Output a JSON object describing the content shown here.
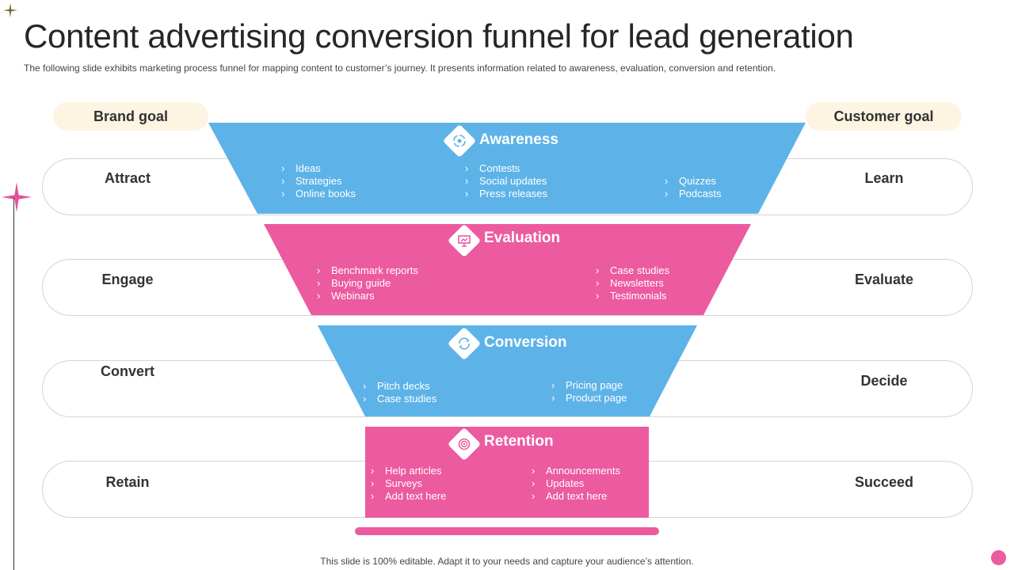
{
  "title": "Content advertising conversion funnel for lead generation",
  "subtitle": "The following slide exhibits marketing process funnel for mapping content to customer’s journey. It presents information related to awareness, evaluation, conversion and retention.",
  "footer": "This slide is 100% editable. Adapt it to your needs and capture your audience’s attention.",
  "goals": {
    "brand": "Brand goal",
    "customer": "Customer goal"
  },
  "colors": {
    "blue": "#5db3e8",
    "pink": "#ec5a9f",
    "goal_pill": "#fdf4e1"
  },
  "stages": [
    {
      "title": "Awareness",
      "icon": "awareness-cycle-icon",
      "brand": "Attract",
      "customer": "Learn",
      "col1": [
        "Ideas",
        "Strategies",
        "Online books"
      ],
      "col2": [
        "Contests",
        "Social updates",
        "Press releases"
      ],
      "col3": [
        "Quizzes",
        "Podcasts"
      ]
    },
    {
      "title": "Evaluation",
      "icon": "presentation-board-icon",
      "brand": "Engage",
      "customer": "Evaluate",
      "col1": [
        "Benchmark reports",
        "Buying guide",
        "Webinars"
      ],
      "col2": [
        "Case studies",
        "Newsletters",
        "Testimonials"
      ]
    },
    {
      "title": "Conversion",
      "icon": "conversion-cycle-icon",
      "brand": "Convert",
      "customer": "Decide",
      "col1": [
        "Pitch decks",
        "Case studies"
      ],
      "col2": [
        "Pricing page",
        "Product page"
      ]
    },
    {
      "title": "Retention",
      "icon": "retention-target-icon",
      "brand": "Retain",
      "customer": "Succeed",
      "col1": [
        "Help articles",
        "Surveys",
        "Add text here"
      ],
      "col2": [
        "Announcements",
        "Updates",
        "Add text here"
      ]
    }
  ]
}
